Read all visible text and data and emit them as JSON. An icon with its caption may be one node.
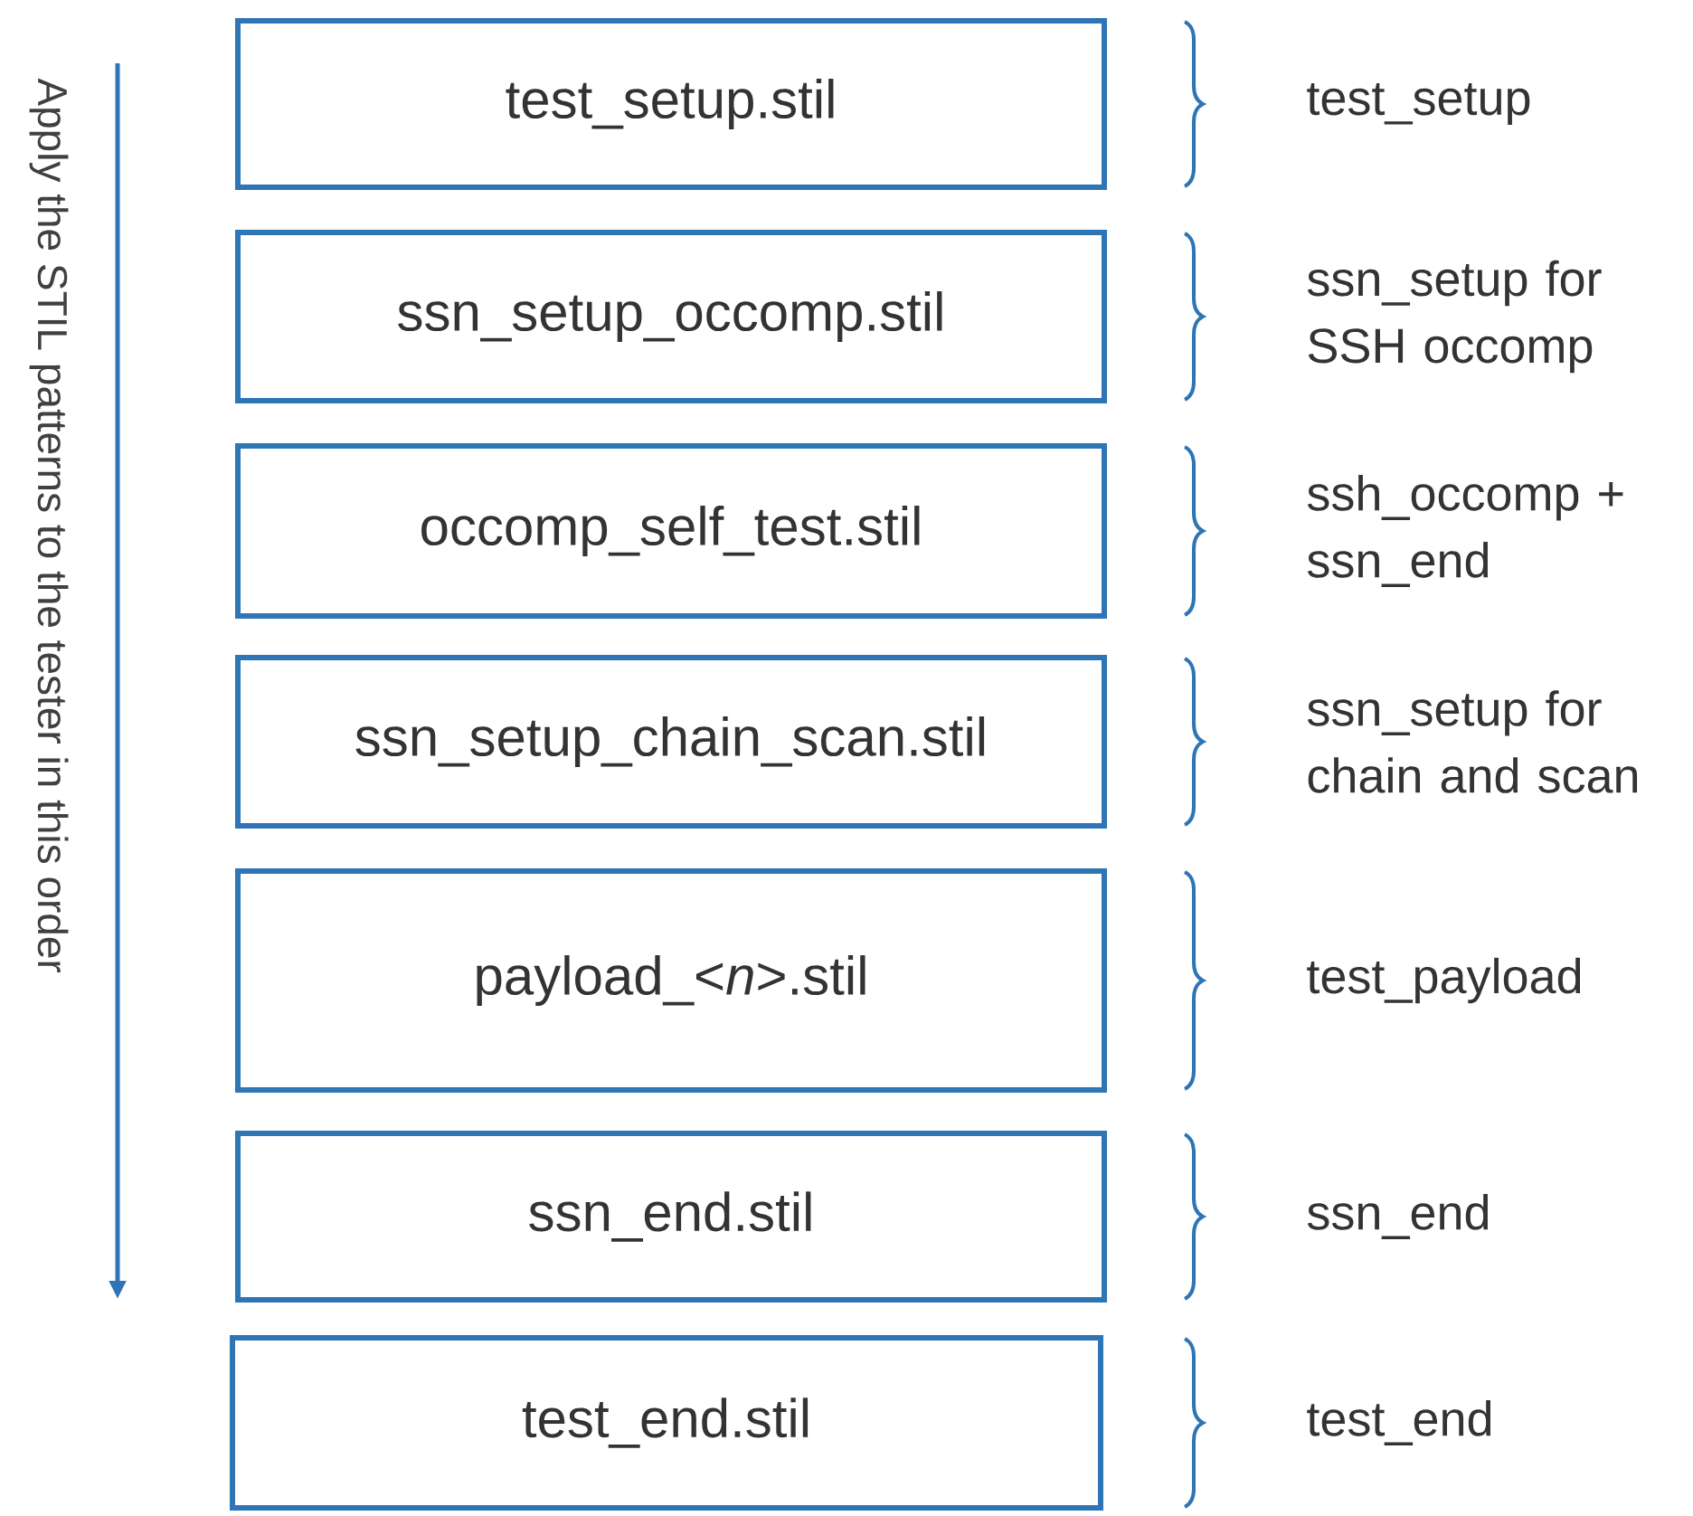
{
  "diagram": {
    "nodes": [
      {
        "text": [
          "test_setup.stil"
        ]
      },
      {
        "text": [
          "ssn_setup_occomp.stil"
        ]
      },
      {
        "text": [
          "occomp_self_test.stil"
        ]
      },
      {
        "text": [
          "ssn_setup_chain_scan.stil"
        ]
      },
      {
        "text": [
          "payload_<*n*>.stil"
        ]
      },
      {
        "text": [
          "ssn_end.stil"
        ]
      },
      {
        "text": [
          "test_end.stil"
        ]
      }
    ],
    "edges": [],
    "labels": [
      "Apply the STIL patterns to the tester in this order",
      "test_setup",
      "ssn_setup for SSH occomp",
      "ssh_occomp + ssn_end",
      "ssn_setup for chain and scan",
      "test_payload",
      "ssn_end",
      "test_end"
    ]
  }
}
